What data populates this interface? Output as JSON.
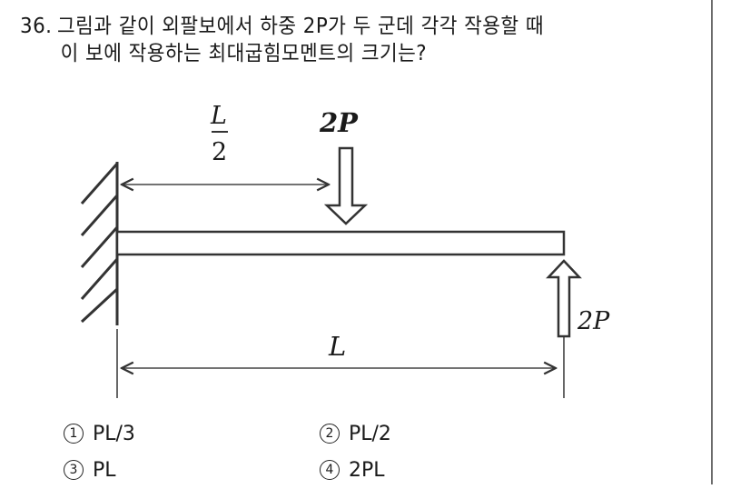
{
  "question": {
    "number": "36.",
    "line1": "그림과 같이 외팔보에서 하중 2P가 두 군데 각각 작용할 때",
    "line2": "이 보에 작용하는 최대굽힘모멘트의 크기는?"
  },
  "figure": {
    "label_half_span_num": "L",
    "label_half_span_den": "2",
    "label_down_load": "2P",
    "label_up_load": "2P",
    "label_span": "L"
  },
  "options": [
    {
      "mark": "1",
      "text": "PL/3"
    },
    {
      "mark": "2",
      "text": "PL/2"
    },
    {
      "mark": "3",
      "text": "PL"
    },
    {
      "mark": "4",
      "text": "2PL"
    }
  ]
}
